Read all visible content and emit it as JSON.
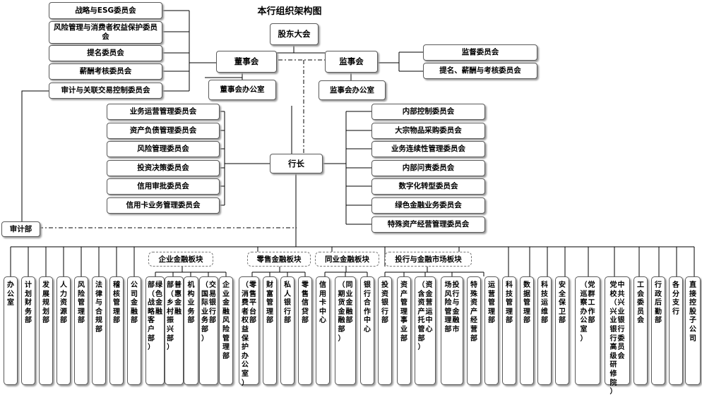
{
  "title": "本行组织架构图",
  "board_committees": [
    "战略与ESG委员会",
    "风险管理与消费者权益保护委员会",
    "提名委员会",
    "薪酬考核委员会",
    "审计与关联交易控制委员会"
  ],
  "shareholders": "股东大会",
  "board": "董事会",
  "board_office": "董事会办公室",
  "supervisory": "监事会",
  "supervisory_office": "监事会办公室",
  "supervisory_committees": [
    "监督委员会",
    "提名、薪酬与考核委员会"
  ],
  "president": "行长",
  "left_committees": [
    "业务运营管理委员会",
    "资产负债管理委员会",
    "风险管理委员会",
    "投资决策委员会",
    "信用审批委员会",
    "信用卡业务管理委员会"
  ],
  "right_committees": [
    "内部控制委员会",
    "大宗物品采购委员会",
    "业务连续性管理委员会",
    "内部问责委员会",
    "数字化转型委员会",
    "绿色金融业务委员会",
    "特殊资产经营管理委员会"
  ],
  "audit_dept": "审计部",
  "plates": [
    "企业金融板块",
    "零售金融板块",
    "同业金融板块",
    "投行与金融市场板块"
  ],
  "departments": [
    "办公室",
    "计划财务部",
    "发展规划部",
    "人力资源部",
    "风险管理部",
    "法律与合规部",
    "稽核管理部",
    "公司金融部",
    "绿色金融部（战略客户部）",
    "普惠金融部（乡村振兴部）",
    "机构业务部",
    "交易银行部（国际业务部）",
    "企业金融风险管理部",
    "零售平台部（消费者权益保护办公室）",
    "财富管理部",
    "私人银行部",
    "零售信贷部",
    "信用卡中心",
    "同业金融部（期货金融部）",
    "银行合作中心",
    "投资银行部",
    "资产管理事业部",
    "资金营运中心（含资产托管部）",
    "投行与金融市场风险管理部",
    "特殊资产经营部",
    "运营管理部",
    "科技管理部",
    "数据管理部",
    "科技运维部",
    "安全保卫部",
    "党群工作部（巡察办公室）",
    "中共兴业银行委员会党校（兴业银行高级研修院）",
    "工会委员会",
    "行政后勤部",
    "各分支行",
    "直接控股子公司"
  ]
}
